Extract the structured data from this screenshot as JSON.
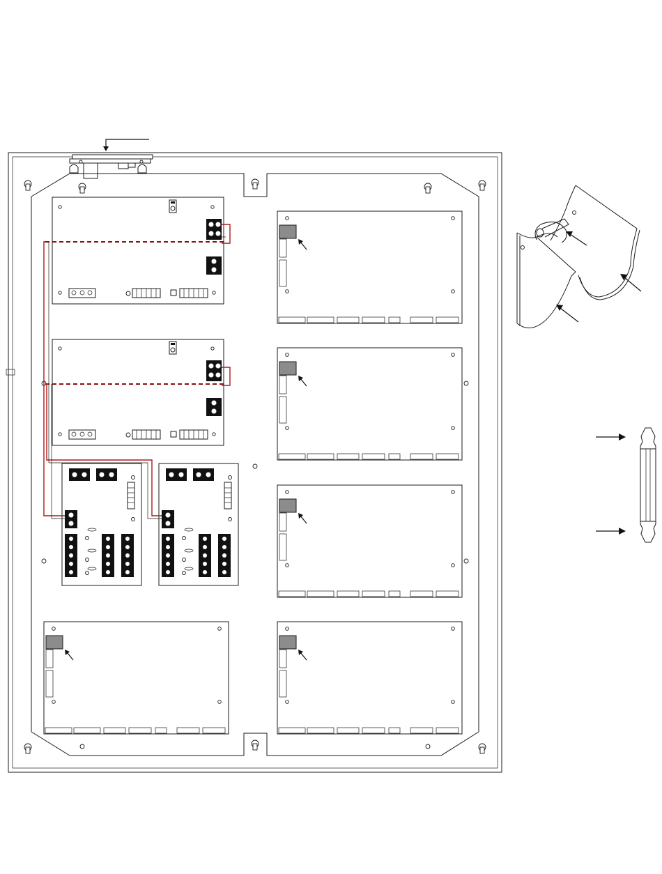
{
  "figure": {
    "boards": {
      "left_power_supplies": 2,
      "relay_boards": 2,
      "right_option_boards": 4,
      "bottom_left_option_boards": 1
    },
    "icons": [
      "standoff-detail-icon",
      "snap-spacer-icon",
      "arrow-icon",
      "keyhole-mount-icon"
    ],
    "colors": {
      "line": "#1a1a1a",
      "wire": "#b01818",
      "module": "#8c8c8c"
    }
  }
}
